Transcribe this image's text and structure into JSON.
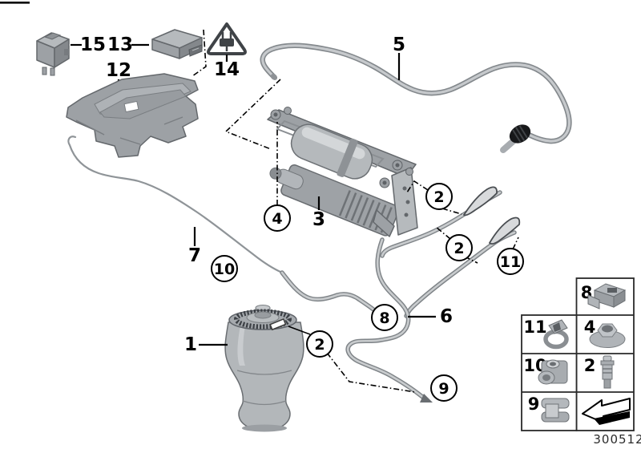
{
  "diagram": {
    "type": "parts-diagram",
    "footer_code": "300512",
    "callouts": {
      "c1": "1",
      "c2": "2",
      "c3": "3",
      "c4": "4",
      "c5": "5",
      "c6": "6",
      "c7": "7",
      "c8": "8",
      "c9": "9",
      "c10": "10",
      "c11": "11",
      "c12": "12",
      "c13": "13",
      "c14": "14",
      "c15": "15"
    },
    "legend": {
      "cells": [
        {
          "num": "8",
          "icon": "bracket-clip-icon"
        },
        {
          "num": "11",
          "icon": "spring-clip-icon"
        },
        {
          "num": "4",
          "icon": "grommet-nut-icon"
        },
        {
          "num": "10",
          "icon": "holder-clamp-icon"
        },
        {
          "num": "2",
          "icon": "valve-fitting-icon"
        },
        {
          "num": "9",
          "icon": "u-clip-icon"
        },
        {
          "icon": "direction-arrow-icon"
        }
      ]
    },
    "colors": {
      "part_gray": "#b6babd",
      "tube_gray": "#9fa4a8",
      "line_black": "#000000",
      "background": "#ffffff"
    }
  }
}
